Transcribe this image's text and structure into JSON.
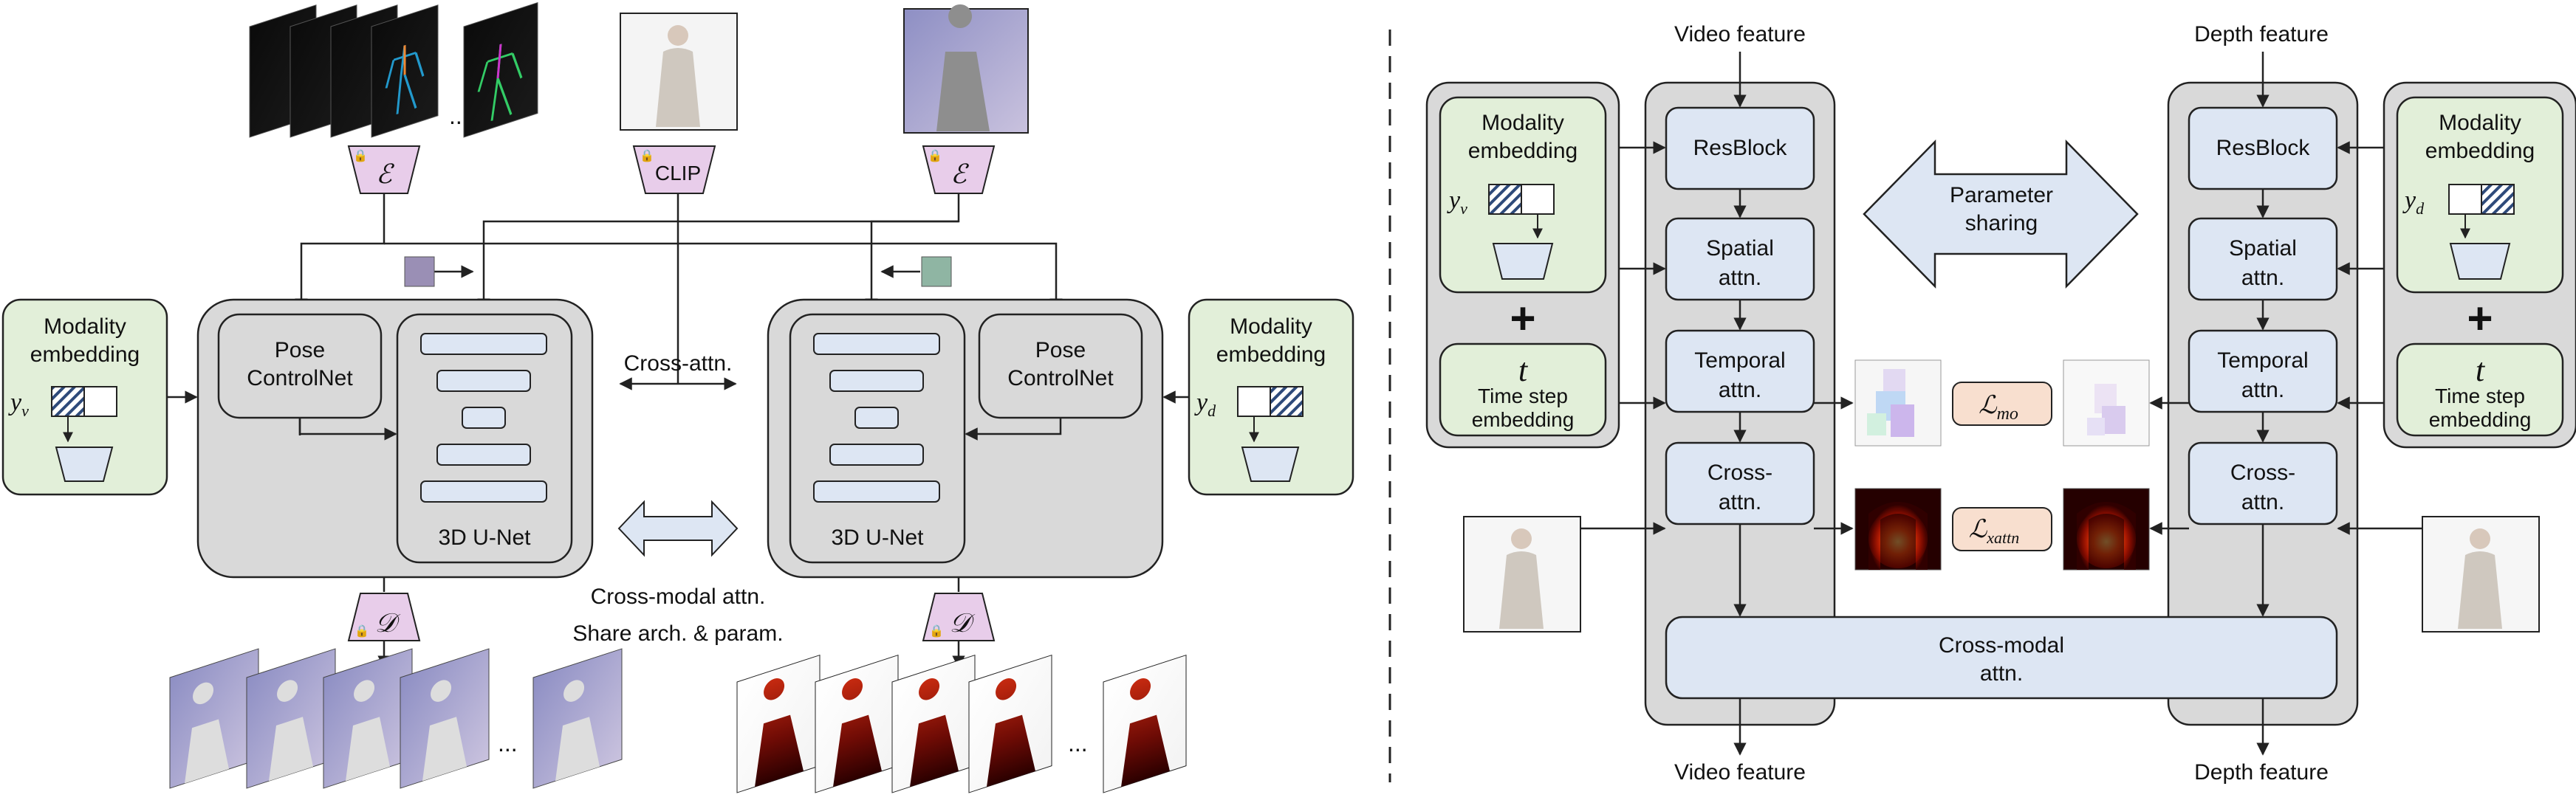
{
  "left_panel": {
    "encoder_symbol": "ℰ",
    "decoder_symbol": "𝒟",
    "clip_label": "CLIP",
    "cross_attn_label": "Cross-attn.",
    "pose_controlnet_label_1": "Pose",
    "pose_controlnet_label_2": "ControlNet",
    "unet_label": "3D U-Net",
    "modality_embedding_line1": "Modality",
    "modality_embedding_line2": "embedding",
    "y_video": "y",
    "y_video_sub": "v",
    "y_depth": "y",
    "y_depth_sub": "d",
    "cross_modal_caption": "Cross-modal attn.",
    "share_caption": "Share arch. & param.",
    "ellipsis": "..."
  },
  "right_panel": {
    "video_feature_top": "Video feature",
    "video_feature_bottom": "Video feature",
    "depth_feature_top": "Depth feature",
    "depth_feature_bottom": "Depth feature",
    "resblock": "ResBlock",
    "spatial_1": "Spatial",
    "spatial_2": "attn.",
    "temporal_1": "Temporal",
    "temporal_2": "attn.",
    "cross_1": "Cross-",
    "cross_2": "attn.",
    "cross_modal_1": "Cross-modal",
    "cross_modal_2": "attn.",
    "parameter_1": "Parameter",
    "parameter_2": "sharing",
    "modality_1": "Modality",
    "modality_2": "embedding",
    "timestep_t": "t",
    "timestep_1": "Time step",
    "timestep_2": "embedding",
    "plus": "+",
    "loss_mo": "ℒ",
    "loss_mo_sub": "mo",
    "loss_xattn": "ℒ",
    "loss_xattn_sub": "xattn",
    "y_video": "y",
    "y_video_sub": "v",
    "y_depth": "y",
    "y_depth_sub": "d"
  },
  "colors": {
    "gray_panel": "#d9d9d9",
    "block_blue": "#dde6f3",
    "green": "#e2efd9",
    "purple": "#e8cdea",
    "loss_peach": "#f8dfcf",
    "stroke": "#222222"
  }
}
